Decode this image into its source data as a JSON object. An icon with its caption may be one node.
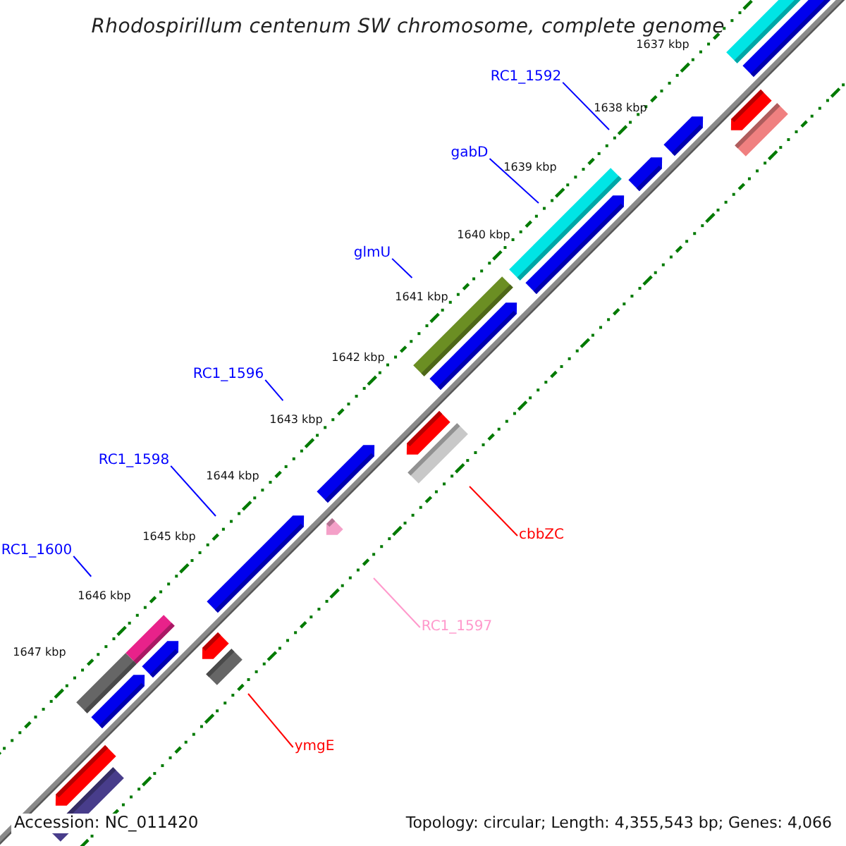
{
  "diagram": {
    "title": "Rhodospirillum centenum SW chromosome, complete genome",
    "nodes": [
      {
        "text": [
          "RC1_1592"
        ]
      },
      {
        "text": [
          "gabD"
        ]
      },
      {
        "text": [
          "glmU"
        ]
      },
      {
        "text": [
          "RC1_1596"
        ]
      },
      {
        "text": [
          "RC1_1598"
        ]
      },
      {
        "text": [
          "cbbZC"
        ]
      },
      {
        "text": [
          "RC1_1600"
        ]
      },
      {
        "text": [
          "RC1_1597"
        ]
      },
      {
        "text": [
          "ymgE"
        ]
      }
    ],
    "edges": [
      {
        "from": 0,
        "to": null,
        "arrow": "none"
      },
      {
        "from": 1,
        "to": null,
        "arrow": "none"
      },
      {
        "from": 2,
        "to": null,
        "arrow": "none"
      },
      {
        "from": 3,
        "to": null,
        "arrow": "none"
      },
      {
        "from": 4,
        "to": null,
        "arrow": "none"
      },
      {
        "from": 5,
        "to": null,
        "arrow": "none",
        "color": "#ff0000"
      },
      {
        "from": 6,
        "to": null,
        "arrow": "none"
      },
      {
        "from": 7,
        "to": null,
        "arrow": "none",
        "color": "#ff99cc"
      },
      {
        "from": 8,
        "to": null,
        "arrow": "none",
        "color": "#ff0000"
      }
    ],
    "labels": [
      "1637 kbp",
      "1638 kbp",
      "1639 kbp",
      "1640 kbp",
      "1641 kbp",
      "1642 kbp",
      "1643 kbp",
      "1644 kbp",
      "1645 kbp",
      "1646 kbp",
      "1647 kbp",
      "Accession: NC_011420",
      "Topology: circular; Length: 4,355,543 bp; Genes: 4,066"
    ]
  }
}
